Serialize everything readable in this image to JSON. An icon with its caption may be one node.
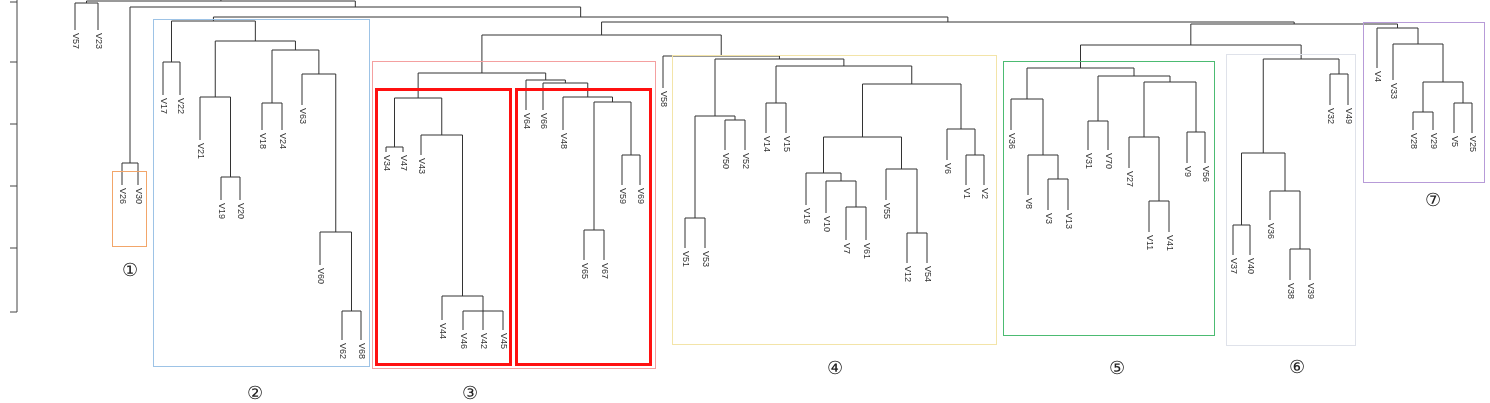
{
  "diagram": {
    "nodes": [
      {
        "text": [
          "①"
        ]
      },
      {
        "text": [
          "②"
        ]
      },
      {
        "text": [
          "③"
        ]
      },
      {
        "text": [],
        "shape": "box",
        "in": 2
      },
      {
        "text": [],
        "shape": "box",
        "in": 2
      },
      {
        "text": [
          "④"
        ]
      },
      {
        "text": [
          "⑤"
        ]
      },
      {
        "text": [
          "⑥"
        ]
      },
      {
        "text": [
          "⑦"
        ]
      }
    ],
    "labels": [
      "V57",
      "V23",
      "V26",
      "V30",
      "V17",
      "V22",
      "V21",
      "V19",
      "V20",
      "V18",
      "V24",
      "V63",
      "V60",
      "V62",
      "V68",
      "V34",
      "V47",
      "V43",
      "V44",
      "V46",
      "V42",
      "V45",
      "V64",
      "V66",
      "V48",
      "V65",
      "V67",
      "V59",
      "V69",
      "V58",
      "V51",
      "V53",
      "V50",
      "V52",
      "V14",
      "V15",
      "V16",
      "V10",
      "V7",
      "V61",
      "V55",
      "V12",
      "V54",
      "V6",
      "V1",
      "V2",
      "V36",
      "V8",
      "V3",
      "V13",
      "V31",
      "V70",
      "V27",
      "V11",
      "V41",
      "V9",
      "V56",
      "V37",
      "V40",
      "V36",
      "V38",
      "V39",
      "V32",
      "V49",
      "V4",
      "V33",
      "V28",
      "V29",
      "V5",
      "V25"
    ]
  }
}
